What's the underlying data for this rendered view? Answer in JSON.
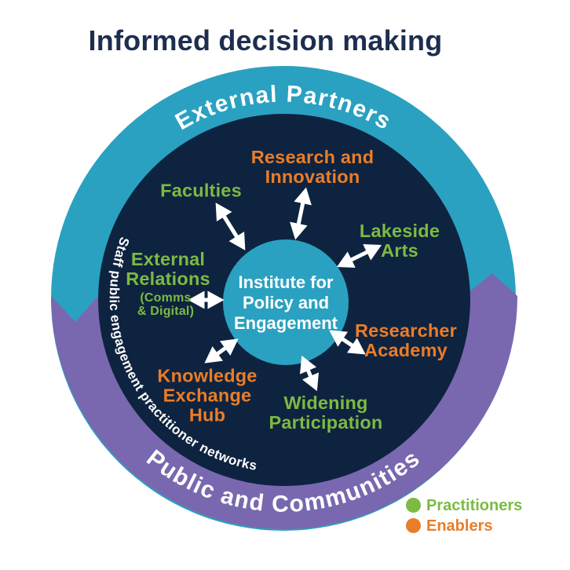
{
  "title": "Informed decision making",
  "outer_ring": {
    "top_label": "External Partners",
    "bottom_label": "Public and Communities"
  },
  "inner_ring_label": "Staff public engagement practitioner networks",
  "center": {
    "label": "Institute for\nPolicy and\nEngagement"
  },
  "spokes": [
    {
      "id": "research-innovation",
      "label": "Research and\nInnovation",
      "category": "enabler"
    },
    {
      "id": "faculties",
      "label": "Faculties",
      "category": "practitioner"
    },
    {
      "id": "lakeside-arts",
      "label": "Lakeside\nArts",
      "category": "practitioner"
    },
    {
      "id": "external-relations",
      "label": "External\nRelations",
      "sublabel": "(Comms\n& Digital)",
      "category": "practitioner"
    },
    {
      "id": "researcher-academy",
      "label": "Researcher\nAcademy",
      "category": "enabler"
    },
    {
      "id": "widening-participation",
      "label": "Widening\nParticipation",
      "category": "practitioner"
    },
    {
      "id": "knowledge-exchange-hub",
      "label": "Knowledge\nExchange\nHub",
      "category": "enabler"
    }
  ],
  "legend": [
    {
      "label": "Practitioners",
      "color": "#7cba42"
    },
    {
      "label": "Enablers",
      "color": "#ea7d28"
    }
  ],
  "colors": {
    "teal": "#2aa1c1",
    "navy": "#0e2340",
    "purple": "#7968af",
    "green": "#7cba42",
    "orange": "#ea7d28",
    "title_navy": "#1d2e4e",
    "arrow_white": "#ffffff"
  }
}
